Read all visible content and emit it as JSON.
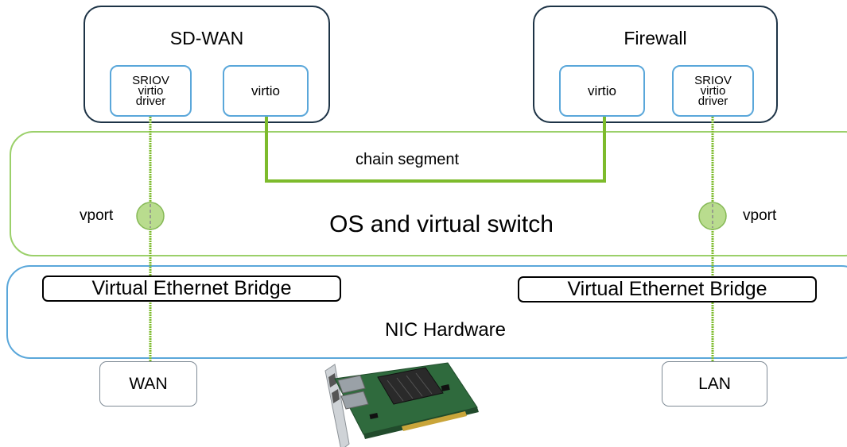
{
  "vms": {
    "sdwan": {
      "title": "SD-WAN",
      "sriov_lines": [
        "SRIOV",
        "virtio",
        "driver"
      ],
      "virtio": "virtio"
    },
    "firewall": {
      "title": "Firewall",
      "sriov_lines": [
        "SRIOV",
        "virtio",
        "driver"
      ],
      "virtio": "virtio"
    }
  },
  "chain_segment": "chain segment",
  "os_layer": "OS and virtual switch",
  "vport_left": "vport",
  "vport_right": "vport",
  "veb_left": "Virtual Ethernet Bridge",
  "veb_right": "Virtual Ethernet Bridge",
  "nic_layer": "NIC Hardware",
  "ports": {
    "wan": "WAN",
    "lan": "LAN"
  },
  "colors": {
    "vm_border": "#1d3346",
    "interface_border": "#5aa7da",
    "os_layer_border": "#9bd06a",
    "nic_layer_border": "#5aa7da",
    "link_green": "#7dbb2c",
    "vport_fill": "#b9dc8e"
  },
  "image_icons": [
    "nic-card-icon"
  ]
}
